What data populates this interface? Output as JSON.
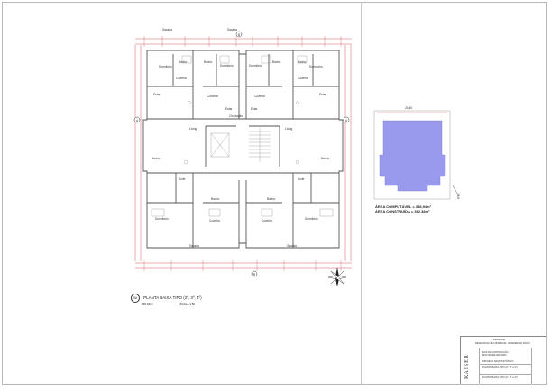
{
  "sheet": {
    "plan_caption": {
      "number": "06",
      "title": "PLANTA BAIXA TIPO (2º, 3º, 4º)",
      "area": "338,94m²",
      "scale": "ESCALA 1:50"
    },
    "section_marks": [
      "A",
      "A",
      "B",
      "B"
    ],
    "area_summary": {
      "width": "24,86",
      "computavel": "ÁREA COMPUTÁVEL = 338,94m²",
      "construida": "ÁREA CONSTRUÍDA = 362,38m²",
      "north": "N",
      "fill": "#9999ee"
    },
    "title_block": {
      "brand": "KAISER",
      "lines": [
        "Residência",
        "RESIDENCIAL MULTIFAMILIAR - RESIDENCIAL PINCH",
        "",
        "RUA DA CONSTRUÇÃO",
        "MULTIFAMILIAR INNO",
        "",
        "PROJETO ARQUITETÔNICO",
        "",
        "PLANTA BAIXA TIPO (2º, 3º e 4º)",
        "",
        "PLANTA BAIXA TIPO (2º, 3º e 4º)"
      ]
    },
    "rooms": [
      "Dormitório",
      "Dormitório",
      "Dormitório",
      "Dormitório",
      "Banho",
      "Banho",
      "Banho",
      "Banho",
      "Cozinha",
      "Cozinha",
      "Cozinha",
      "Cozinha",
      "Estar",
      "Estar",
      "Estar",
      "Estar",
      "Living",
      "Living",
      "Circulação",
      "Banho",
      "Banho",
      "Suíte",
      "Suíte",
      "Dormitório",
      "Dormitório",
      "Cozinha",
      "Cozinha",
      "Banho",
      "Banho",
      "Sacada",
      "Sacada",
      "Sacada",
      "Sacada"
    ],
    "colors": {
      "dimension": "#cc3333",
      "wall": "#555555",
      "area": "#9999ee"
    }
  }
}
